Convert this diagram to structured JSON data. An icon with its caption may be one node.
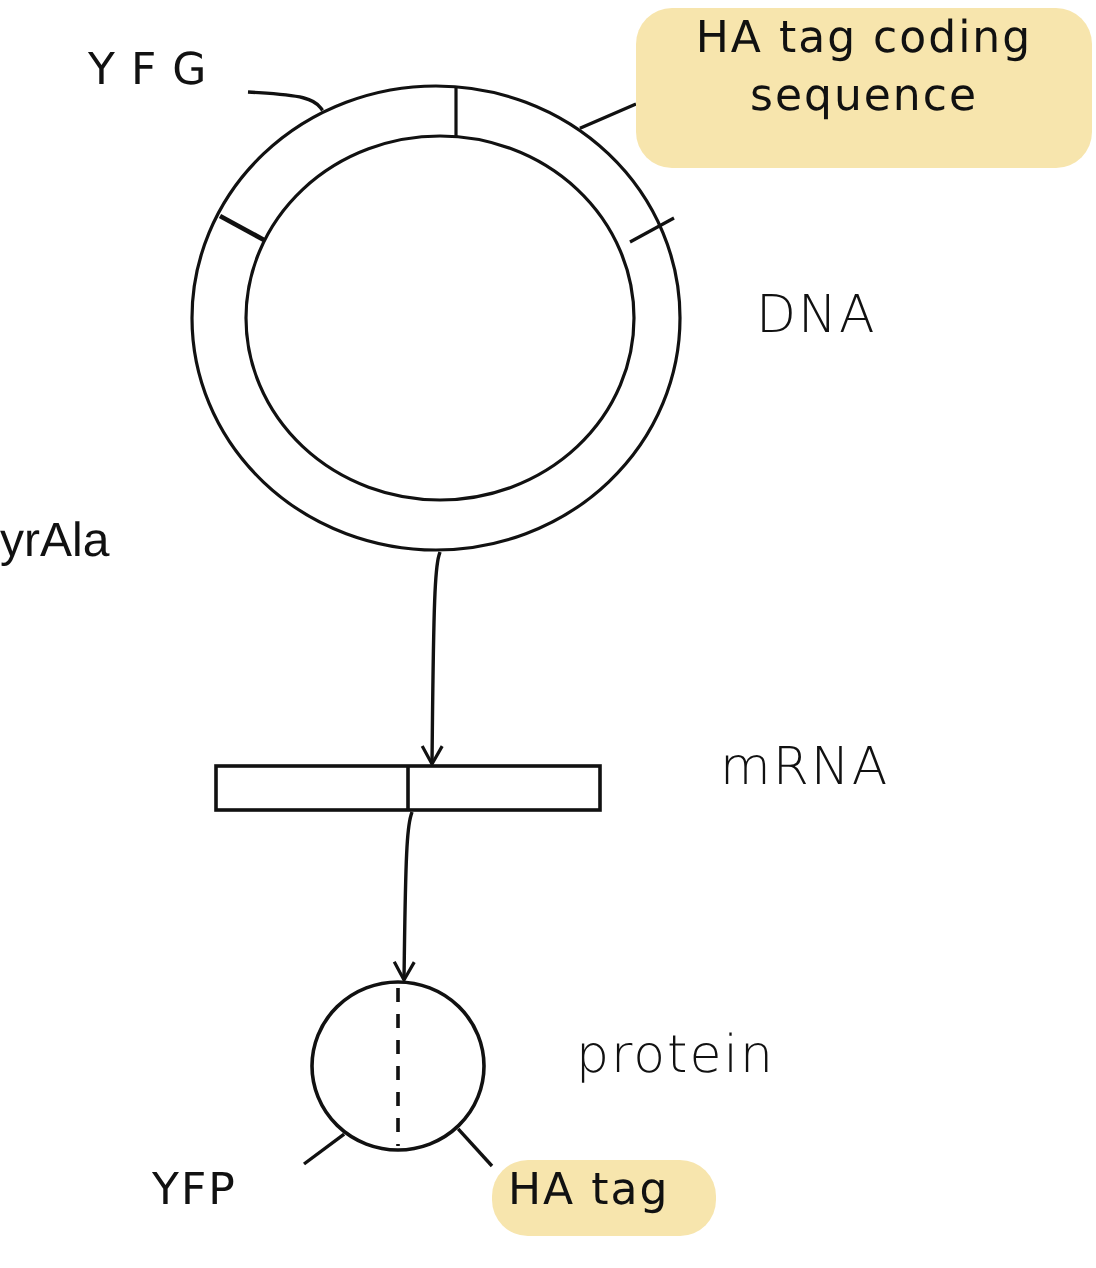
{
  "diagram": {
    "nodes": [
      {
        "text": [
          "YFG"
        ]
      },
      {
        "text": [
          "HA tag coding sequence"
        ]
      },
      {
        "text": [],
        "shape": "circle",
        "beside": [
          "DNA"
        ]
      },
      {
        "text": [],
        "shape": "bar",
        "beside": [
          "mRNA"
        ]
      },
      {
        "text": [],
        "shape": "circle",
        "beside": [
          "protein"
        ]
      },
      {
        "text": [
          "YFP"
        ]
      },
      {
        "text": [
          "HA tag"
        ]
      }
    ],
    "edges": [
      {
        "from": 0,
        "to": 2,
        "arrow": "none"
      },
      {
        "from": 1,
        "to": 2,
        "arrow": "none"
      },
      {
        "from": 2,
        "to": 3,
        "arrow": "to"
      },
      {
        "from": 3,
        "to": 4,
        "arrow": "to"
      },
      {
        "from": 5,
        "to": 4,
        "arrow": "none"
      },
      {
        "from": 6,
        "to": 4,
        "arrow": "none"
      }
    ],
    "labels": [
      "yrAla"
    ]
  }
}
